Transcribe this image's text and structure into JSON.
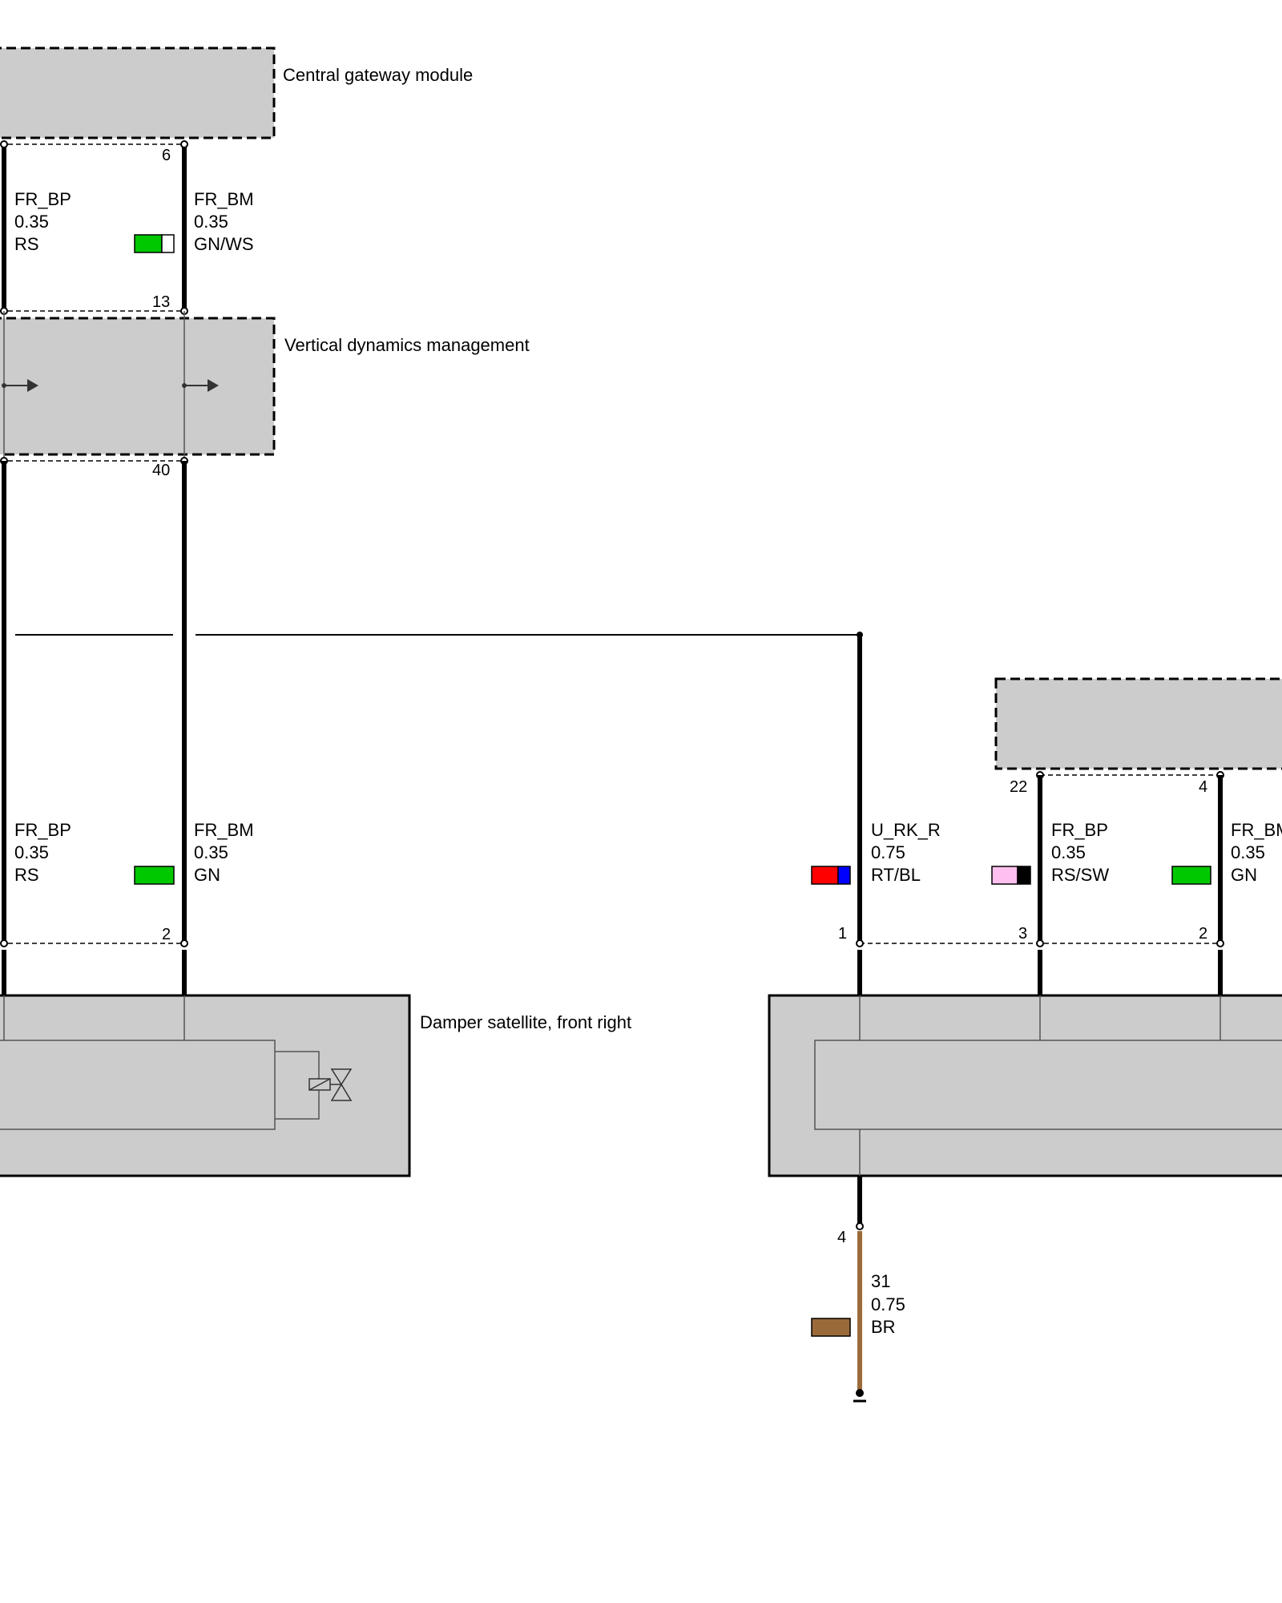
{
  "modules": {
    "central_gateway": {
      "label": "Central gateway module"
    },
    "vdm": {
      "label": "Vertical dynamics management"
    },
    "damper_front_right": {
      "label": "Damper satellite, front right"
    }
  },
  "pins": {
    "cgm_6": "6",
    "vdm_13": "13",
    "vdm_40": "40",
    "dfr_2": "2",
    "d2_1": "1",
    "d2_3": "3",
    "d2_2": "2",
    "d2_4": "4",
    "ecu_22": "22",
    "ecu_4": "4"
  },
  "wires": {
    "w_bp_top": {
      "name": "FR_BP",
      "size": "0.35",
      "color": "RS"
    },
    "w_bm_top": {
      "name": "FR_BM",
      "size": "0.35",
      "color": "GN/WS"
    },
    "w_bp_low": {
      "name": "FR_BP",
      "size": "0.35",
      "color": "RS"
    },
    "w_bm_low": {
      "name": "FR_BM",
      "size": "0.35",
      "color": "GN"
    },
    "w_urk": {
      "name": "U_RK_R",
      "size": "0.75",
      "color": "RT/BL"
    },
    "w_bp_r": {
      "name": "FR_BP",
      "size": "0.35",
      "color": "RS/SW"
    },
    "w_bm_r": {
      "name": "FR_BM",
      "size": "0.35",
      "color": "GN"
    },
    "w_gnd": {
      "name": "31",
      "size": "0.75",
      "color": "BR"
    }
  },
  "swatch_colors": {
    "green": "#00c800",
    "white": "#ffffff",
    "red": "#ff0000",
    "blue": "#0000ff",
    "pink": "#ffc0f0",
    "black": "#000000",
    "brown": "#9b6a3a",
    "module_fill": "#cccccc"
  }
}
